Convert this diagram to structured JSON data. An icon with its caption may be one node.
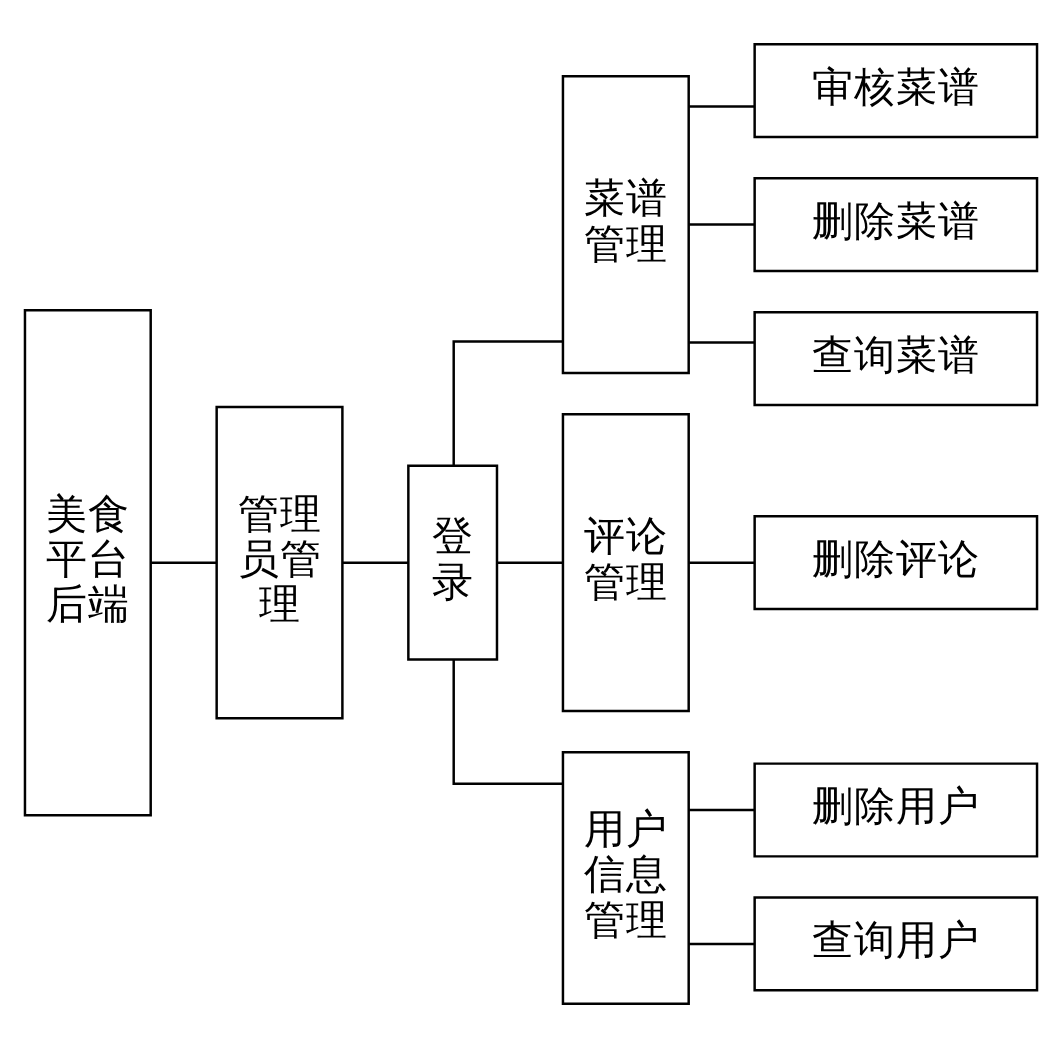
{
  "diagram": {
    "nodes": [
      {
        "text": [
          "美食平台后端"
        ]
      },
      {
        "text": [
          "管理员管理"
        ]
      },
      {
        "text": [
          "登录"
        ]
      },
      {
        "text": [
          "菜谱管理"
        ]
      },
      {
        "text": [
          "评论管理"
        ]
      },
      {
        "text": [
          "用户信息管理"
        ]
      },
      {
        "text": [
          "审核菜谱"
        ]
      },
      {
        "text": [
          "删除菜谱"
        ]
      },
      {
        "text": [
          "查询菜谱"
        ]
      },
      {
        "text": [
          "删除评论"
        ]
      },
      {
        "text": [
          "删除用户"
        ]
      },
      {
        "text": [
          "查询用户"
        ]
      }
    ],
    "edges": [
      {
        "from": 0,
        "to": 1,
        "arrow": "none"
      },
      {
        "from": 1,
        "to": 2,
        "arrow": "none"
      },
      {
        "from": 2,
        "to": 3,
        "arrow": "none"
      },
      {
        "from": 2,
        "to": 4,
        "arrow": "none"
      },
      {
        "from": 2,
        "to": 5,
        "arrow": "none"
      },
      {
        "from": 3,
        "to": 6,
        "arrow": "none"
      },
      {
        "from": 3,
        "to": 7,
        "arrow": "none"
      },
      {
        "from": 3,
        "to": 8,
        "arrow": "none"
      },
      {
        "from": 4,
        "to": 9,
        "arrow": "none"
      },
      {
        "from": 5,
        "to": 10,
        "arrow": "none"
      },
      {
        "from": 5,
        "to": 11,
        "arrow": "none"
      }
    ]
  }
}
